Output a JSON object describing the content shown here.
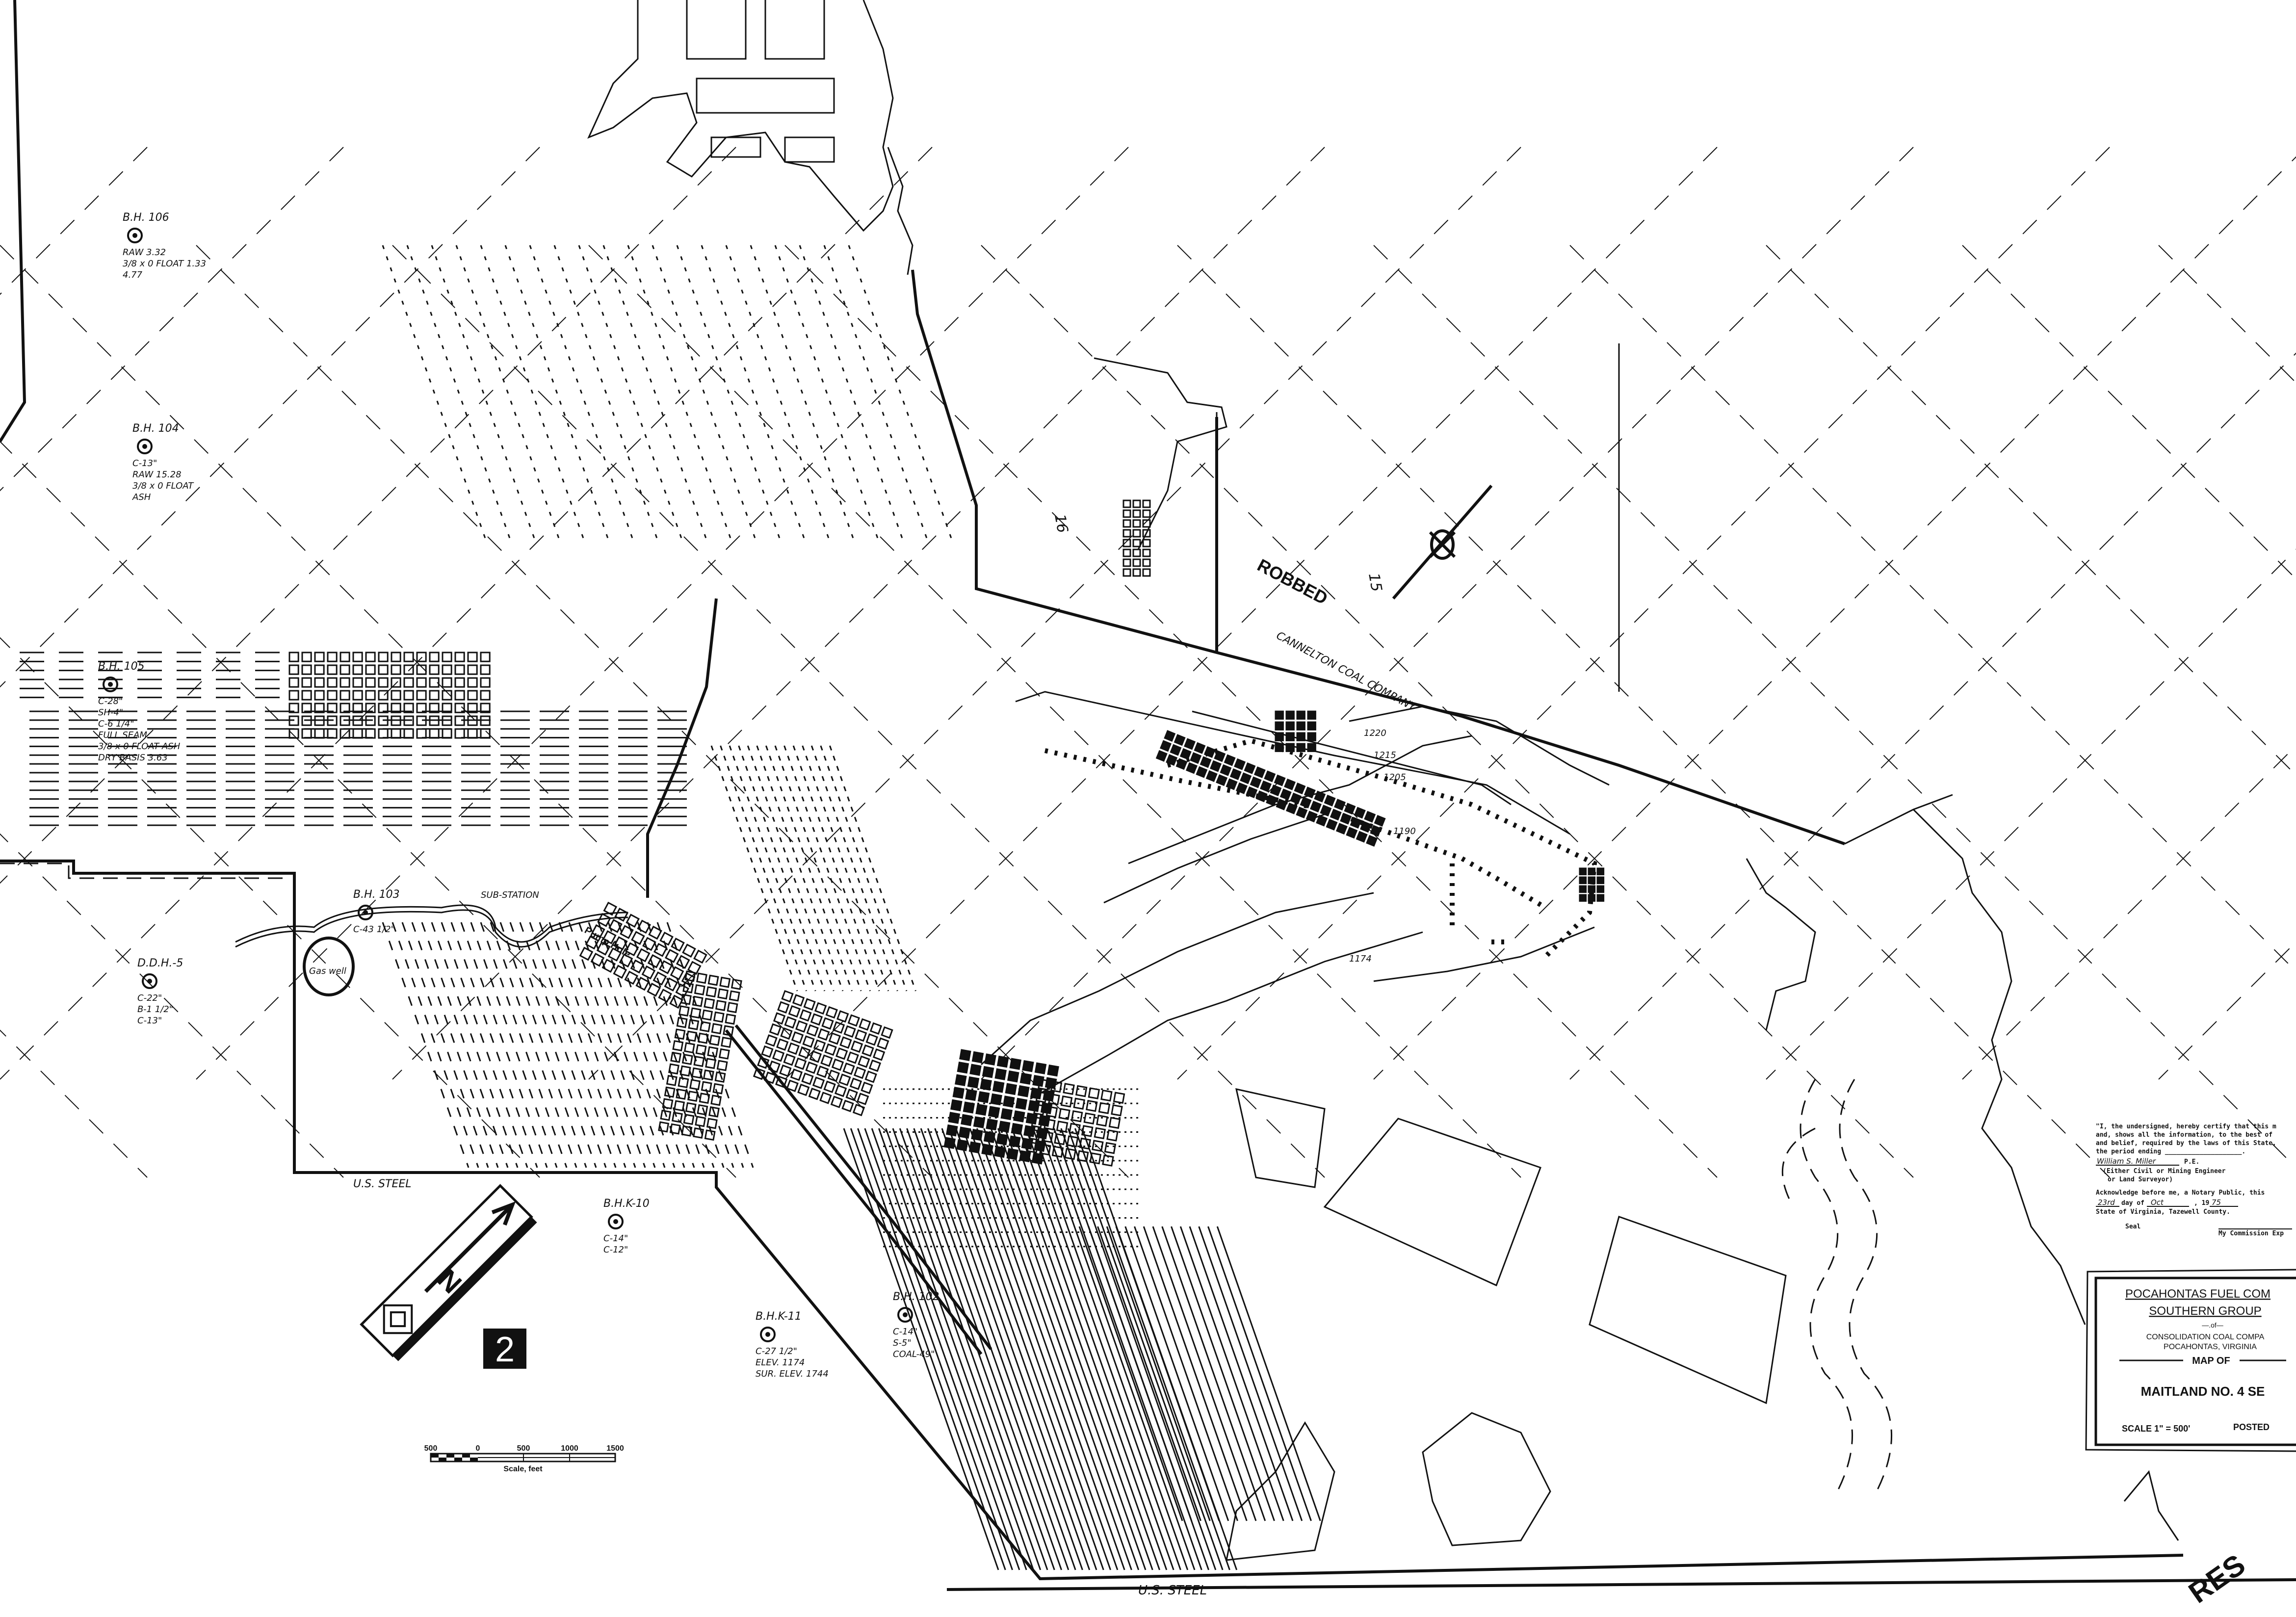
{
  "sheet_number": "2",
  "title_block": {
    "company": "POCAHONTAS FUEL COM",
    "group": "SOUTHERN GROUP",
    "of": "—.of—",
    "parent_company": "CONSOLIDATION COAL COMPA",
    "location": "POCAHONTAS, VIRGINIA",
    "map_of": "MAP OF",
    "mine": "MAITLAND NO. 4 SE",
    "scale": "SCALE 1\" = 500'",
    "posted": "POSTED"
  },
  "certification": {
    "lines": [
      "\"I, the undersigned, hereby certify that this m",
      "and, shows all the information, to the best of",
      "and belief, required by the laws of this State,",
      "the period ending ____________________."
    ],
    "engineer_signature": "William S. Miller",
    "engineer_suffix": "P.E.",
    "engineer_note_1": "(Either Civil or Mining Engineer",
    "engineer_note_2": "or Land Surveyor)",
    "notary_line": "Acknowledge before me, a Notary Public, this",
    "day": "23rd",
    "day_label": "day of",
    "month": "Oct",
    "year_prefix": ", 19",
    "year": "75",
    "state_line": "State of Virginia, Tazewell County.",
    "seal": "Seal",
    "commission": "My Commission Exp"
  },
  "scale_bar": {
    "ticks": [
      "500",
      "0",
      "500",
      "1000",
      "1500"
    ],
    "label": "Scale, feet"
  },
  "north_arrow": {
    "letter": "N"
  },
  "labels": {
    "robbed": "ROBBED",
    "cannelton": "CANNELTON COAL COMPANY",
    "us_steel_1": "U.S. STEEL",
    "us_steel_2": "U.S. STEEL",
    "pump_hole": "Pump Hole",
    "sub_station": "SUB-STATION",
    "tract_15": "15",
    "tract_16": "16",
    "gas_well": "Gas well",
    "contour_1220": "1220",
    "contour_1215": "1215",
    "contour_1205": "1205",
    "contour_1190": "1190",
    "contour_1174": "1174",
    "stamp": "RES"
  },
  "boreholes": [
    {
      "name": "B.H. 106",
      "notes": [
        "RAW 3.32",
        "3/8 x 0 FLOAT 1.33",
        "4.77"
      ]
    },
    {
      "name": "B.H. 104",
      "notes": [
        "C-13\"",
        "RAW 15.28",
        "3/8 x 0 FLOAT",
        "ASH"
      ]
    },
    {
      "name": "B.H. 105",
      "notes": [
        "C-28\"",
        "SH-4\"",
        "C-6 1/4\"",
        "FULL SEAM",
        "3/8 x 0 FLOAT ASH",
        "DRY BASIS 3.63"
      ]
    },
    {
      "name": "B.H. 103",
      "notes": [
        "C-43 1/2\""
      ]
    },
    {
      "name": "D.D.H.-5",
      "notes": [
        "C-22\"",
        "B-1 1/2\"",
        "C-13\""
      ]
    },
    {
      "name": "B.H.K-10",
      "notes": [
        "C-14\"",
        "C-12\""
      ]
    },
    {
      "name": "B.H.K-11",
      "notes": [
        "C-27 1/2\"",
        "ELEV. 1174",
        "SUR. ELEV. 1744"
      ]
    },
    {
      "name": "B.H. 102",
      "notes": [
        "C-14\"",
        "S-5\"",
        "COAL-49\""
      ]
    }
  ],
  "colors": {
    "ink": "#111111",
    "paper": "#ffffff"
  }
}
